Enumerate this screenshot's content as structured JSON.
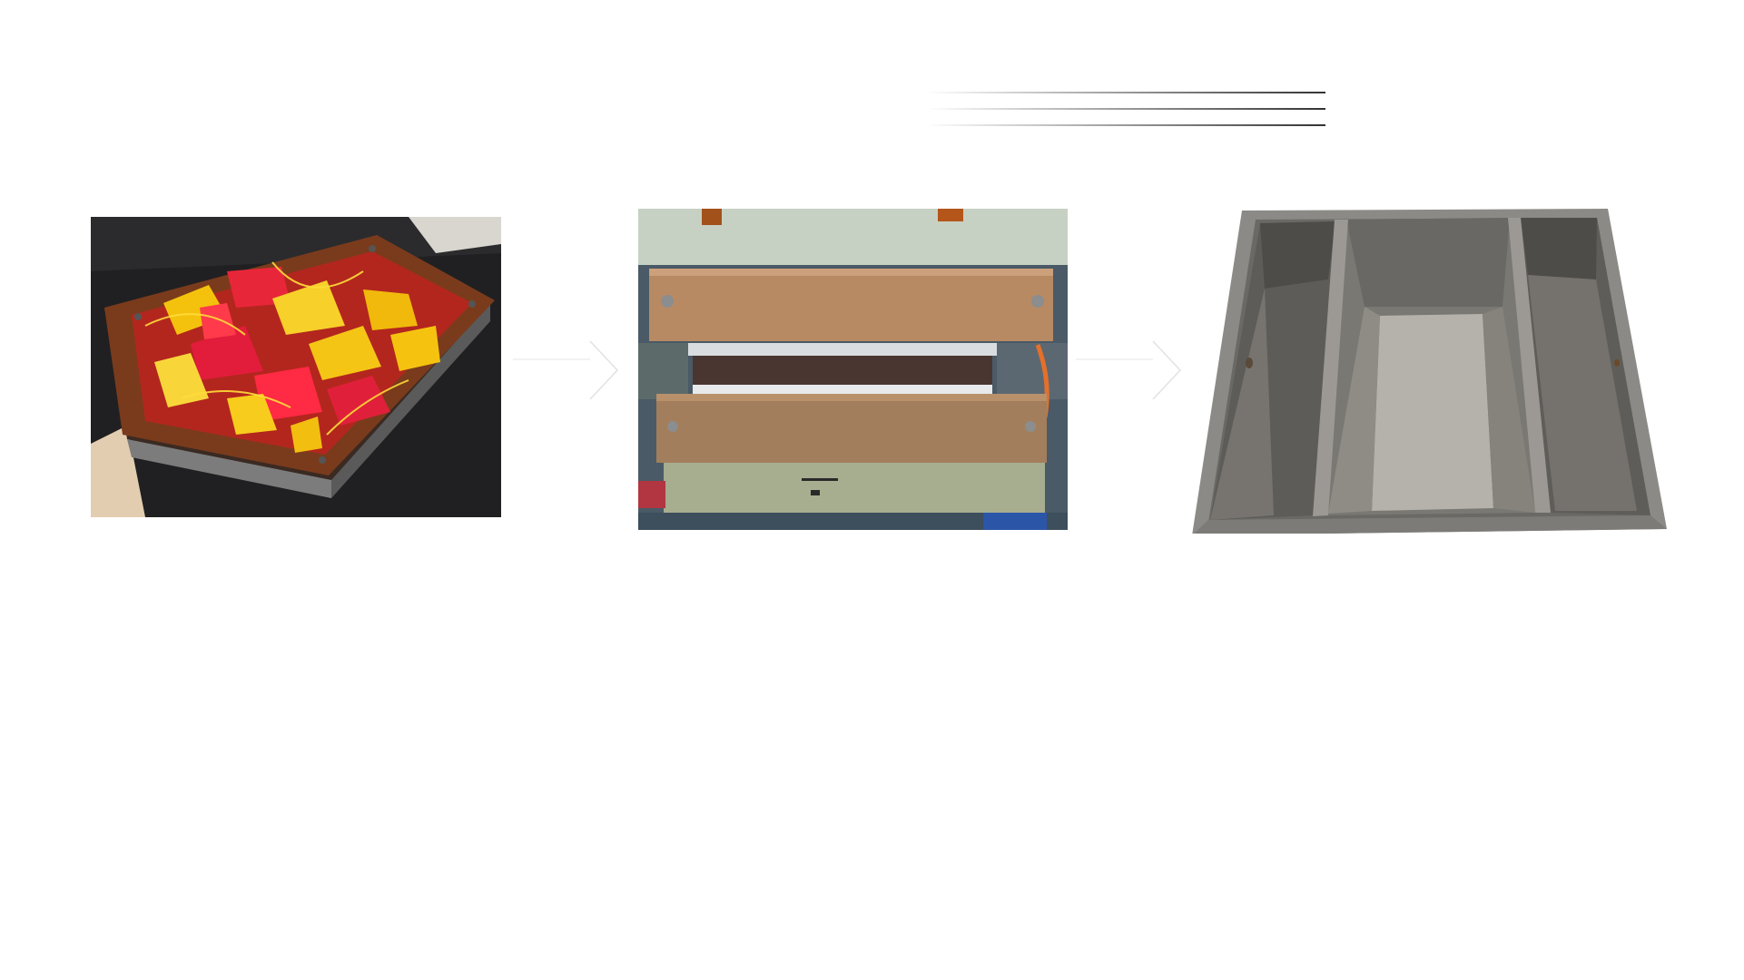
{
  "page": {
    "background": "#ffffff"
  },
  "process_steps": [
    {
      "id": "step-1",
      "image": "mold-tray-with-plastic-shreds"
    },
    {
      "id": "step-2",
      "image": "heat-press-platens"
    },
    {
      "id": "step-3",
      "image": "metal-divided-mold-box"
    }
  ],
  "connectors": [
    {
      "icon": "chevron-right-icon"
    },
    {
      "icon": "chevron-right-icon"
    }
  ],
  "decoration": {
    "line_color": "#333333"
  }
}
